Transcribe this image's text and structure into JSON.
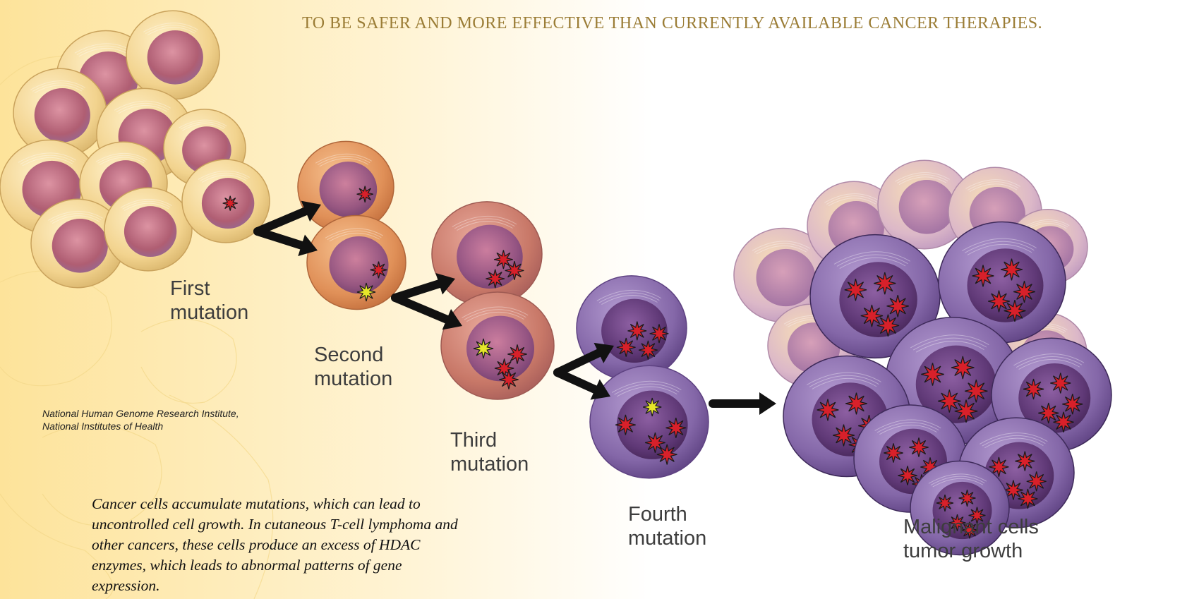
{
  "headline": "TO BE SAFER AND MORE EFFECTIVE THAN CURRENTLY AVAILABLE CANCER THERAPIES.",
  "stages": [
    {
      "line1": "First",
      "line2": "mutation",
      "mutations": 1
    },
    {
      "line1": "Second",
      "line2": "mutation",
      "mutations": 2
    },
    {
      "line1": "Third",
      "line2": "mutation",
      "mutations": 3
    },
    {
      "line1": "Fourth",
      "line2": "mutation",
      "mutations": 4
    },
    {
      "line1": "Malignant cells",
      "line2": "tumor growth",
      "mutations": 4
    }
  ],
  "credit": {
    "line1": "National Human Genome Research Institute,",
    "line2": "National Institutes of Health"
  },
  "caption": "Cancer cells accumulate mutations, which can lead to uncontrolled cell growth. In cutaneous T-cell lymphoma and other cancers, these cells produce an excess of HDAC enzymes, which leads to abnormal patterns of gene expression.",
  "colors": {
    "background_left": "#fde9a8",
    "headline": "#9b7d36",
    "healthy_cell": "#f3d79a",
    "healthy_nucleus": "#b8607a",
    "stage2_cell": "#e49a62",
    "stage3_cell": "#d4866a",
    "malignant_cell": "#7d5d9c",
    "malignant_nucleus": "#4c2a5e",
    "mutation_red": "#d8202a",
    "mutation_yellow": "#e6e62a",
    "arrow": "#111111"
  }
}
